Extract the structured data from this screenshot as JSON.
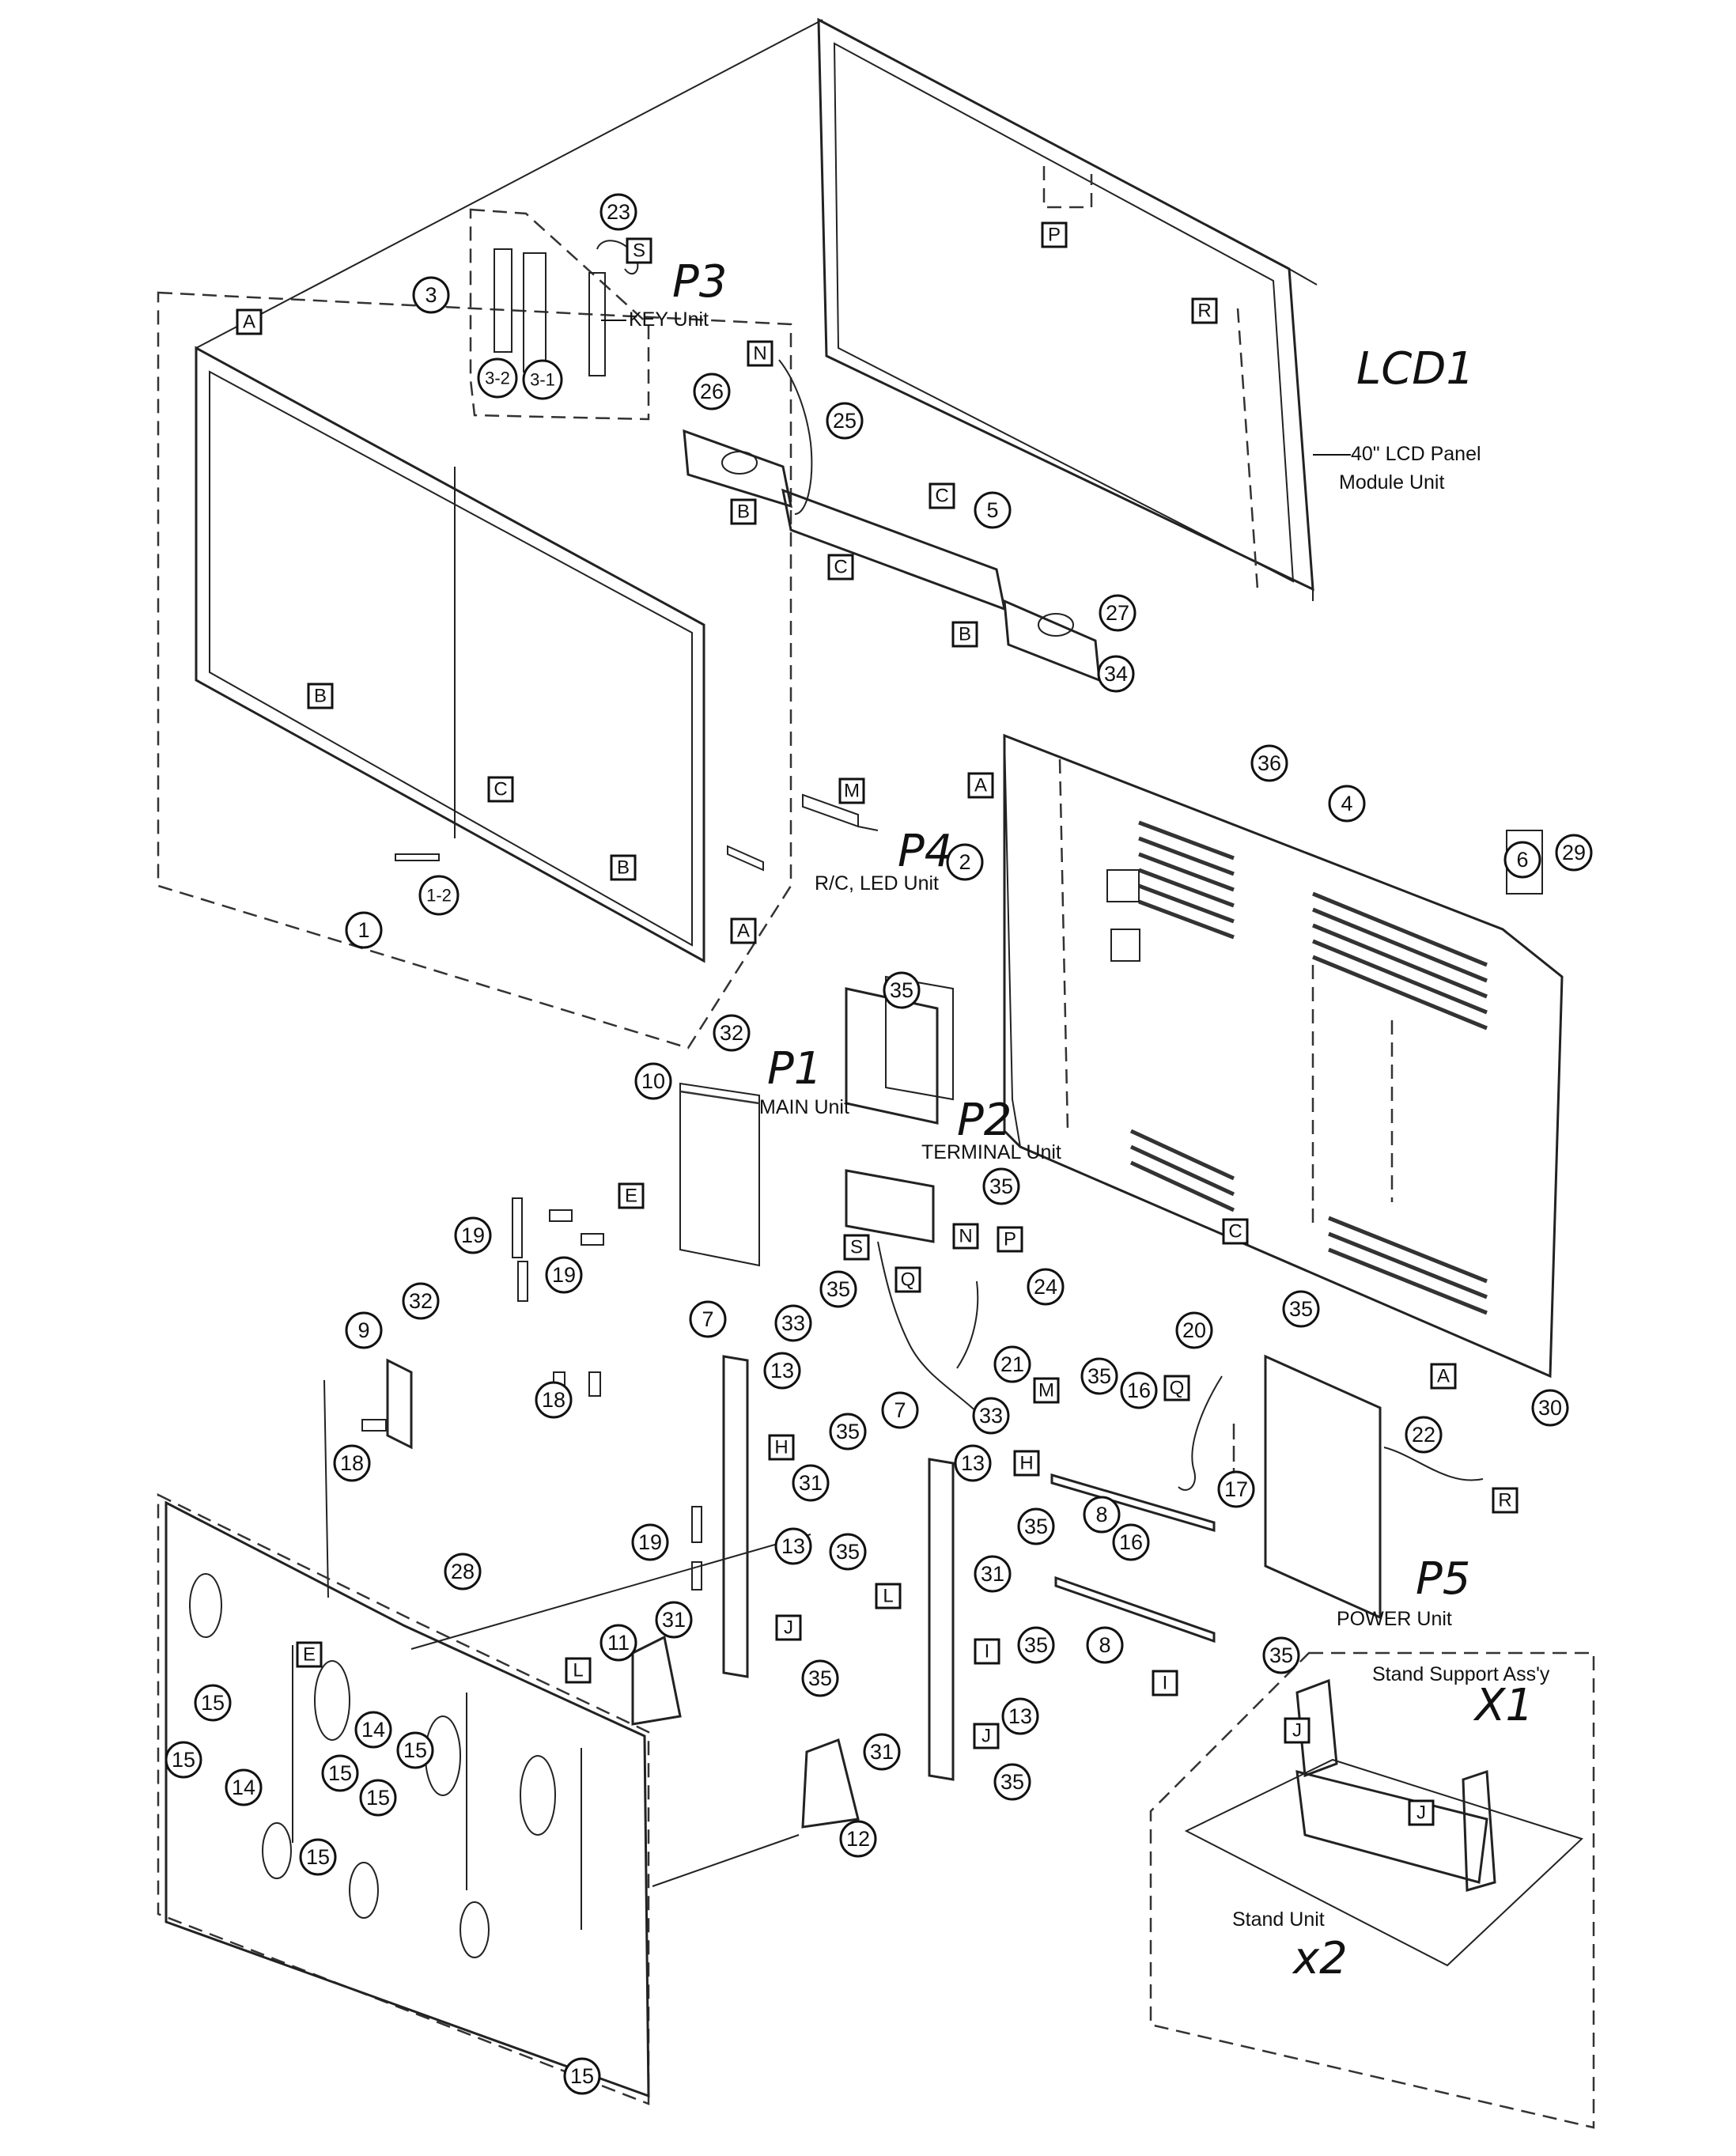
{
  "diagram": {
    "callouts": [
      "1",
      "1-2",
      "2",
      "3",
      "3-1",
      "3-2",
      "4",
      "5",
      "6",
      "7",
      "7",
      "8",
      "8",
      "9",
      "10",
      "11",
      "12",
      "13",
      "13",
      "13",
      "13",
      "14",
      "14",
      "15",
      "15",
      "15",
      "15",
      "15",
      "15",
      "15",
      "16",
      "16",
      "17",
      "18",
      "18",
      "19",
      "19",
      "19",
      "20",
      "21",
      "22",
      "23",
      "24",
      "25",
      "26",
      "27",
      "28",
      "29",
      "30",
      "31",
      "31",
      "31",
      "31",
      "32",
      "32",
      "33",
      "33",
      "34",
      "35",
      "35",
      "35",
      "35",
      "35",
      "35",
      "35",
      "35",
      "35",
      "35",
      "35",
      "35",
      "36"
    ],
    "boxed_letters": [
      "A",
      "A",
      "A",
      "A",
      "B",
      "B",
      "B",
      "B",
      "C",
      "C",
      "C",
      "C",
      "E",
      "E",
      "H",
      "H",
      "I",
      "I",
      "J",
      "J",
      "J",
      "J",
      "L",
      "L",
      "M",
      "M",
      "N",
      "N",
      "P",
      "P",
      "Q",
      "Q",
      "R",
      "R",
      "S",
      "S"
    ],
    "unit_labels": {
      "key_unit": "KEY Unit",
      "lcd_panel_line1": "40\" LCD Panel",
      "lcd_panel_line2": "Module Unit",
      "rc_led_unit": "R/C, LED Unit",
      "main_unit": "MAIN Unit",
      "terminal_unit": "TERMINAL Unit",
      "power_unit": "POWER Unit",
      "stand_support": "Stand Support Ass'y",
      "stand_unit": "Stand Unit"
    },
    "handwritten": {
      "p1": "P1",
      "p2": "P2",
      "p3": "P3",
      "p4": "P4",
      "p5": "P5",
      "lcd1": "LCD1",
      "x1": "X1",
      "x2": "x2"
    }
  }
}
